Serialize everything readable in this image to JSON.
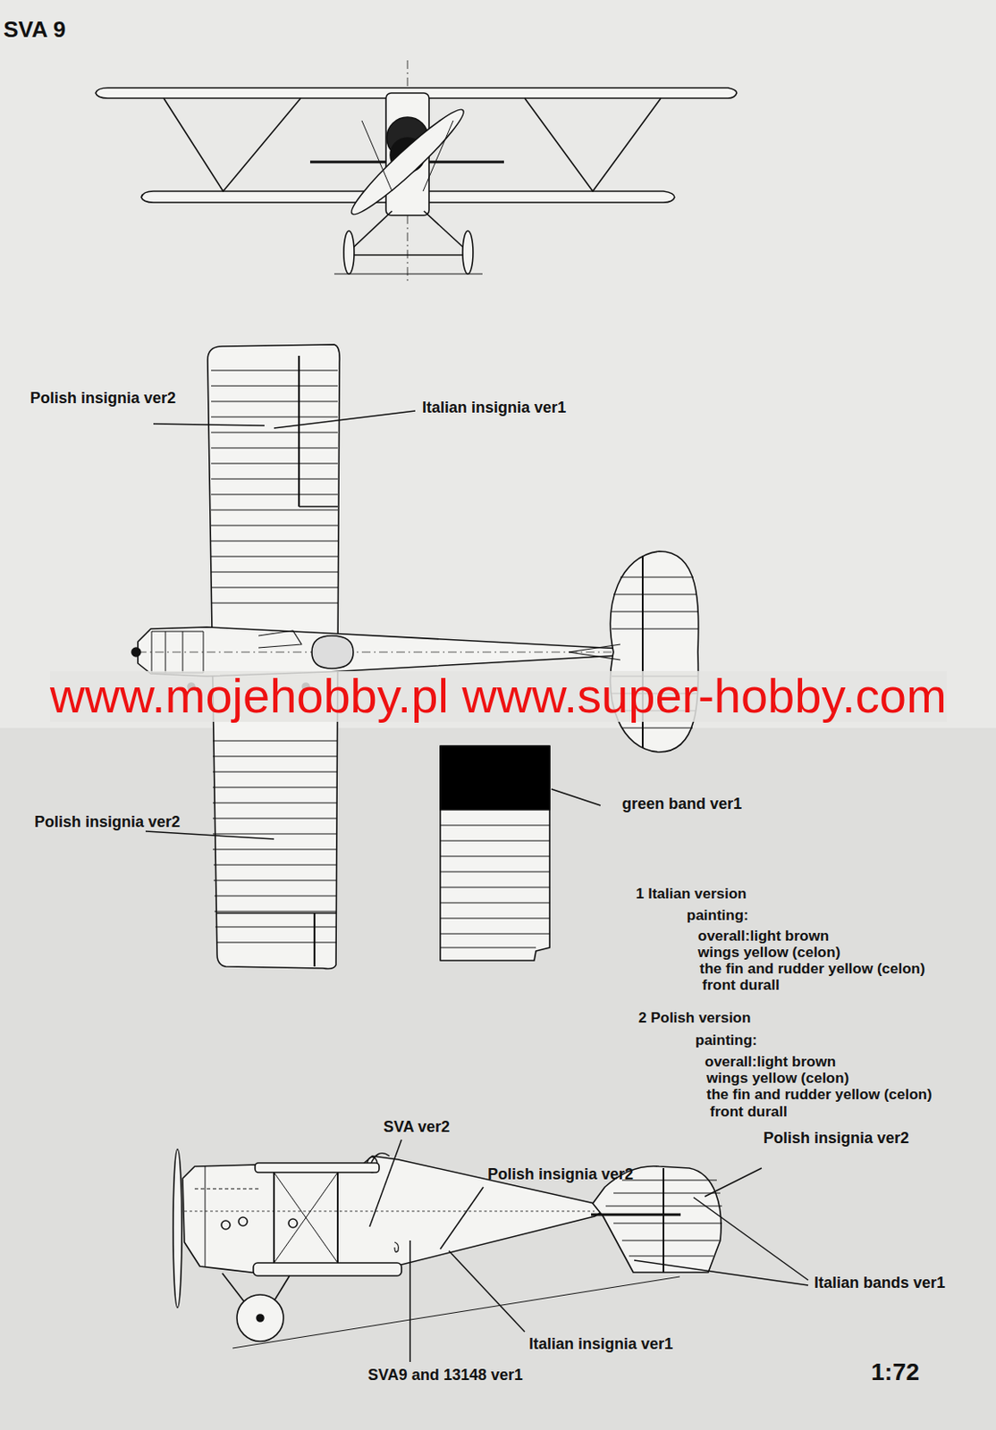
{
  "diagram": {
    "title": "SVA 9",
    "labels": [
      "Polish insignia ver2",
      "Italian insignia ver1",
      "www.mojehobby.pl www.super-hobby.com",
      "green band ver1",
      "Polish insignia ver2",
      "1 Italian version",
      "painting:",
      "overall:light brown",
      "wings yellow (celon)",
      "the fin and rudder yellow (celon)",
      "front durall",
      "2 Polish version",
      "painting:",
      "overall:light brown",
      "wings yellow (celon)",
      "the fin and rudder yellow (celon)",
      "front durall",
      "SVA ver2",
      "Polish insignia ver2",
      "Polish insignia ver2",
      "Italian bands ver1",
      "Italian insignia ver1",
      "SVA9 and 13148 ver1",
      "1:72"
    ]
  }
}
